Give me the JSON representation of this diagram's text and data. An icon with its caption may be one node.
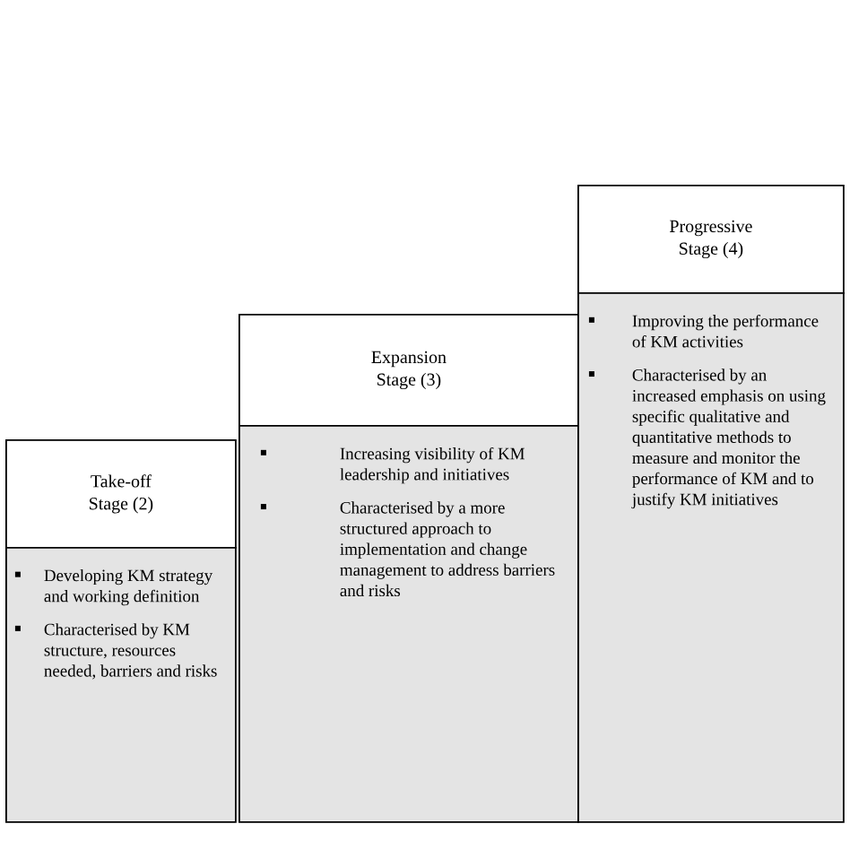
{
  "diagram": {
    "nodes": [
      {
        "text": [
          "Take-off Stage (2)"
        ]
      },
      {
        "text": [
          "Developing KM strategy and working definition",
          "Characterised by KM structure, resources needed, barriers and risks"
        ]
      },
      {
        "text": [
          "Expansion Stage (3)"
        ]
      },
      {
        "text": [
          "Increasing visibility of KM leadership and initiatives",
          "Characterised by a more structured approach to implementation and change management to address barriers and risks"
        ]
      },
      {
        "text": [
          "Progressive Stage (4)"
        ]
      },
      {
        "text": [
          "Improving the performance of KM activities",
          "Characterised by an increased emphasis on using specific qualitative and quantitative methods to measure and monitor the performance of KM and to justify KM initiatives"
        ]
      }
    ]
  }
}
